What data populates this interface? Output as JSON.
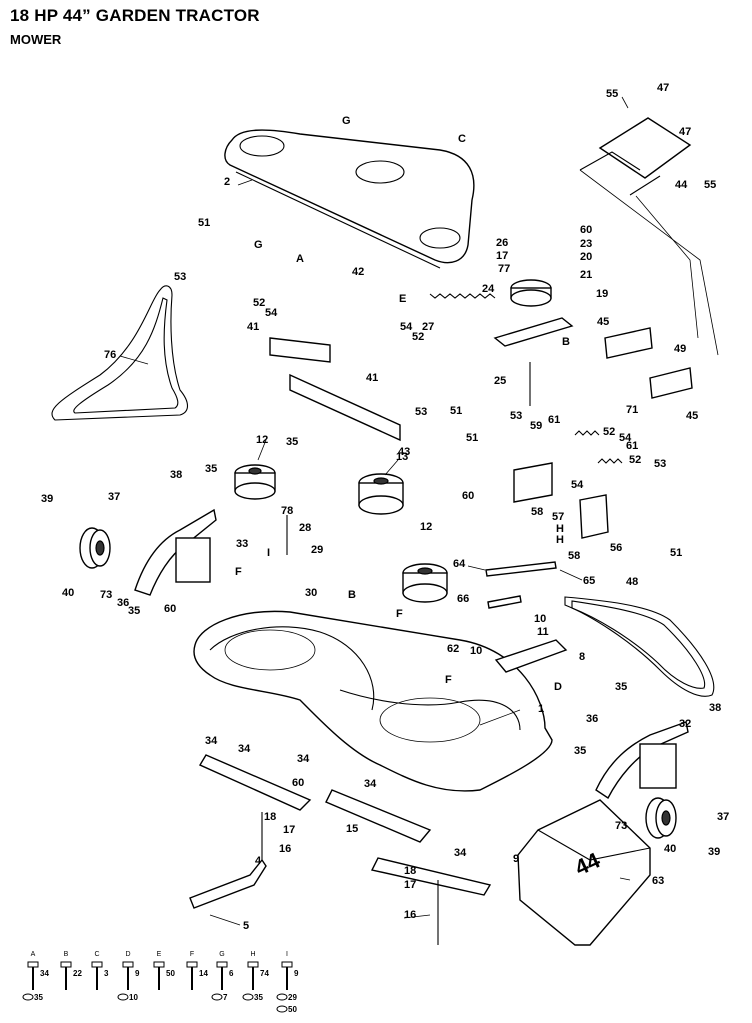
{
  "header": {
    "title": "18 HP 44” GARDEN TRACTOR",
    "subtitle": "MOWER"
  },
  "callouts": [
    {
      "id": "c47a",
      "text": "47"
    },
    {
      "id": "c55a",
      "text": "55"
    },
    {
      "id": "c47b",
      "text": "47"
    },
    {
      "id": "c44",
      "text": "44"
    },
    {
      "id": "c55b",
      "text": "55"
    },
    {
      "id": "cG",
      "text": "G"
    },
    {
      "id": "cC",
      "text": "C"
    },
    {
      "id": "c2",
      "text": "2"
    },
    {
      "id": "c26",
      "text": "26"
    },
    {
      "id": "c17a",
      "text": "17"
    },
    {
      "id": "c77",
      "text": "77"
    },
    {
      "id": "c60a",
      "text": "60"
    },
    {
      "id": "c23",
      "text": "23"
    },
    {
      "id": "c20",
      "text": "20"
    },
    {
      "id": "c21",
      "text": "21"
    },
    {
      "id": "c24",
      "text": "24"
    },
    {
      "id": "c19",
      "text": "19"
    },
    {
      "id": "cB1",
      "text": "B"
    },
    {
      "id": "c51a",
      "text": "51"
    },
    {
      "id": "cG2",
      "text": "G"
    },
    {
      "id": "cA",
      "text": "A"
    },
    {
      "id": "c53a",
      "text": "53"
    },
    {
      "id": "c42",
      "text": "42"
    },
    {
      "id": "c52a",
      "text": "52"
    },
    {
      "id": "c54a",
      "text": "54"
    },
    {
      "id": "c41a",
      "text": "41"
    },
    {
      "id": "cE",
      "text": "E"
    },
    {
      "id": "c54b",
      "text": "54"
    },
    {
      "id": "c27",
      "text": "27"
    },
    {
      "id": "c52b",
      "text": "52"
    },
    {
      "id": "c45a",
      "text": "45"
    },
    {
      "id": "c49",
      "text": "49"
    },
    {
      "id": "c76",
      "text": "76"
    },
    {
      "id": "c41b",
      "text": "41"
    },
    {
      "id": "c25",
      "text": "25"
    },
    {
      "id": "c53b",
      "text": "53"
    },
    {
      "id": "c51b",
      "text": "51"
    },
    {
      "id": "c71",
      "text": "71"
    },
    {
      "id": "c45b",
      "text": "45"
    },
    {
      "id": "c35a",
      "text": "35"
    },
    {
      "id": "c43",
      "text": "43"
    },
    {
      "id": "c53c",
      "text": "53"
    },
    {
      "id": "c61a",
      "text": "61"
    },
    {
      "id": "c59",
      "text": "59"
    },
    {
      "id": "c52c",
      "text": "52"
    },
    {
      "id": "c54c",
      "text": "54"
    },
    {
      "id": "c51c",
      "text": "51"
    },
    {
      "id": "c61b",
      "text": "61"
    },
    {
      "id": "c52d",
      "text": "52"
    },
    {
      "id": "c53d",
      "text": "53"
    },
    {
      "id": "c54d",
      "text": "54"
    },
    {
      "id": "c12a",
      "text": "12"
    },
    {
      "id": "c13",
      "text": "13"
    },
    {
      "id": "c38a",
      "text": "38"
    },
    {
      "id": "c35b",
      "text": "35"
    },
    {
      "id": "c58a",
      "text": "58"
    },
    {
      "id": "c57",
      "text": "57"
    },
    {
      "id": "cH1",
      "text": "H"
    },
    {
      "id": "cH2",
      "text": "H"
    },
    {
      "id": "c56",
      "text": "56"
    },
    {
      "id": "c51d",
      "text": "51"
    },
    {
      "id": "c39a",
      "text": "39"
    },
    {
      "id": "c37a",
      "text": "37"
    },
    {
      "id": "c60b",
      "text": "60"
    },
    {
      "id": "c78",
      "text": "78"
    },
    {
      "id": "c28",
      "text": "28"
    },
    {
      "id": "c33",
      "text": "33"
    },
    {
      "id": "c29",
      "text": "29"
    },
    {
      "id": "cI",
      "text": "I"
    },
    {
      "id": "c12b",
      "text": "12"
    },
    {
      "id": "c58b",
      "text": "58"
    },
    {
      "id": "c64",
      "text": "64"
    },
    {
      "id": "c65",
      "text": "65"
    },
    {
      "id": "c40a",
      "text": "40"
    },
    {
      "id": "c73a",
      "text": "73"
    },
    {
      "id": "c36a",
      "text": "36"
    },
    {
      "id": "c35c",
      "text": "35"
    },
    {
      "id": "cF1",
      "text": "F"
    },
    {
      "id": "c30",
      "text": "30"
    },
    {
      "id": "cB2",
      "text": "B"
    },
    {
      "id": "c60c",
      "text": "60"
    },
    {
      "id": "cF2",
      "text": "F"
    },
    {
      "id": "c66",
      "text": "66"
    },
    {
      "id": "c48",
      "text": "48"
    },
    {
      "id": "c10a",
      "text": "10"
    },
    {
      "id": "c11",
      "text": "11"
    },
    {
      "id": "c62",
      "text": "62"
    },
    {
      "id": "c10b",
      "text": "10"
    },
    {
      "id": "c8",
      "text": "8"
    },
    {
      "id": "cD",
      "text": "D"
    },
    {
      "id": "cF3",
      "text": "F"
    },
    {
      "id": "c1",
      "text": "1"
    },
    {
      "id": "c35d",
      "text": "35"
    },
    {
      "id": "c38b",
      "text": "38"
    },
    {
      "id": "c36b",
      "text": "36"
    },
    {
      "id": "c32",
      "text": "32"
    },
    {
      "id": "c34a",
      "text": "34"
    },
    {
      "id": "c34b",
      "text": "34"
    },
    {
      "id": "c34c",
      "text": "34"
    },
    {
      "id": "c60d",
      "text": "60"
    },
    {
      "id": "c34d",
      "text": "34"
    },
    {
      "id": "c35e",
      "text": "35"
    },
    {
      "id": "c18a",
      "text": "18"
    },
    {
      "id": "c17b",
      "text": "17"
    },
    {
      "id": "c15",
      "text": "15"
    },
    {
      "id": "c16a",
      "text": "16"
    },
    {
      "id": "c73b",
      "text": "73"
    },
    {
      "id": "c37b",
      "text": "37"
    },
    {
      "id": "c34e",
      "text": "34"
    },
    {
      "id": "c9",
      "text": "9"
    },
    {
      "id": "c40b",
      "text": "40"
    },
    {
      "id": "c39b",
      "text": "39"
    },
    {
      "id": "c4",
      "text": "4"
    },
    {
      "id": "c18b",
      "text": "18"
    },
    {
      "id": "c63",
      "text": "63"
    },
    {
      "id": "c17c",
      "text": "17"
    },
    {
      "id": "c5",
      "text": "5"
    },
    {
      "id": "c16b",
      "text": "16"
    },
    {
      "id": "cDeck",
      "text": "44"
    }
  ],
  "legend": [
    {
      "letter": "A",
      "items": [
        "34",
        "35"
      ]
    },
    {
      "letter": "B",
      "items": [
        "22"
      ]
    },
    {
      "letter": "C",
      "items": [
        "3"
      ]
    },
    {
      "letter": "D",
      "items": [
        "9",
        "10"
      ]
    },
    {
      "letter": "E",
      "items": [
        "50"
      ]
    },
    {
      "letter": "F",
      "items": [
        "14"
      ]
    },
    {
      "letter": "G",
      "items": [
        "6",
        "7"
      ]
    },
    {
      "letter": "H",
      "items": [
        "74",
        "35"
      ]
    },
    {
      "letter": "I",
      "items": [
        "9",
        "29",
        "50"
      ]
    }
  ]
}
